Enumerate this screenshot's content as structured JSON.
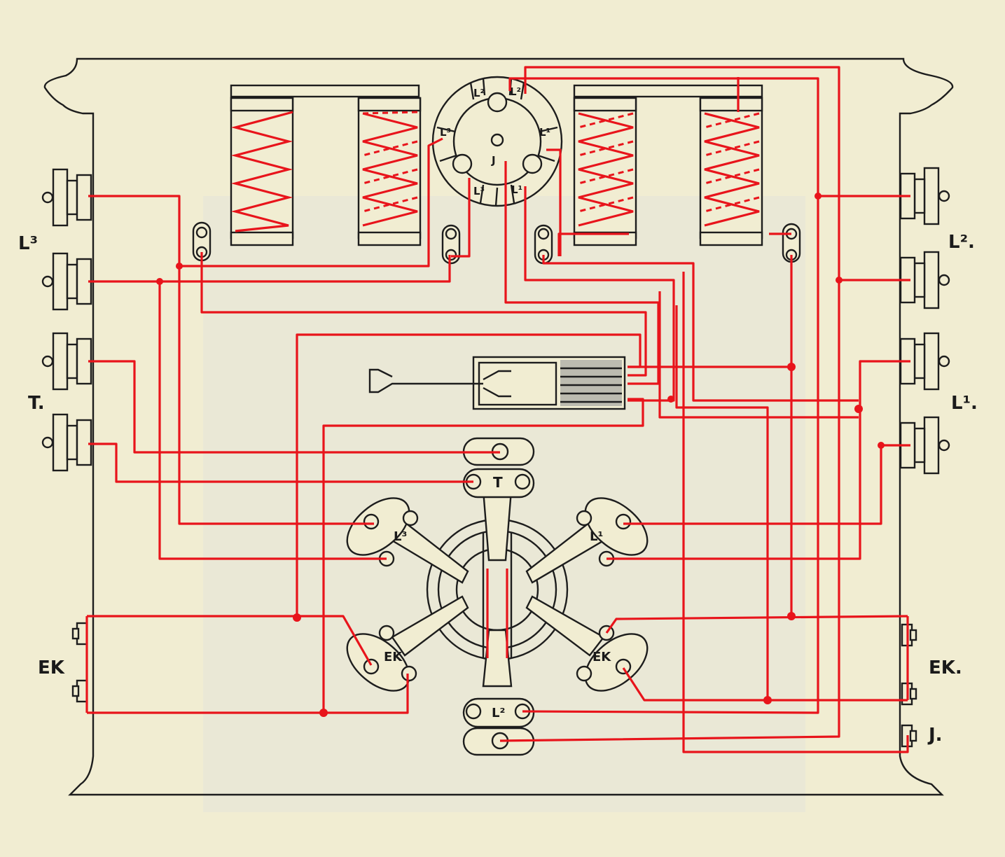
{
  "labels": {
    "left_L3": "L³",
    "left_T": "T.",
    "left_EK": "EK",
    "right_L2": "L².",
    "right_L1": "L¹.",
    "right_EK": "EK.",
    "right_J": "J.",
    "hub_L2a": "L²",
    "hub_L2b": "L²",
    "hub_L3a": "L³",
    "hub_L1a": "L¹",
    "hub_L3b": "L³",
    "hub_L1b": "L¹",
    "hub_J": "J",
    "star_T": "T",
    "star_L3": "L³",
    "star_L1": "L¹",
    "star_EK_left": "EK",
    "star_EK_right": "EK",
    "star_L2": "L²"
  },
  "colors": {
    "paper": "#f1edd2",
    "ink": "#1d1d1d",
    "wire": "#e8141b"
  }
}
